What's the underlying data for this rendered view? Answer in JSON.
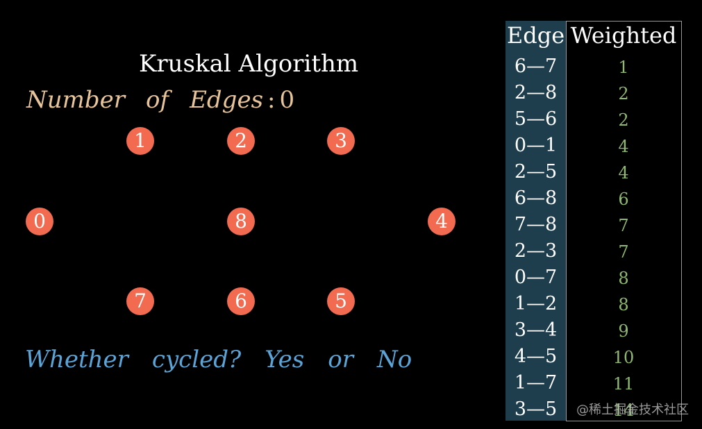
{
  "title": "Kruskal Algorithm",
  "edges_counter": {
    "words": [
      "Number",
      "of",
      "Edges"
    ],
    "colon": ":",
    "value": "0"
  },
  "nodes": [
    "0",
    "1",
    "2",
    "3",
    "4",
    "5",
    "6",
    "7",
    "8"
  ],
  "cycle_prompt": {
    "words": [
      "Whether",
      "cycled?",
      "Yes",
      "or",
      "No"
    ]
  },
  "table": {
    "header_edge": "Edge",
    "header_weight": "Weighted",
    "rows": [
      {
        "edge": "6—7",
        "weight": "1"
      },
      {
        "edge": "2—8",
        "weight": "2"
      },
      {
        "edge": "5—6",
        "weight": "2"
      },
      {
        "edge": "0—1",
        "weight": "4"
      },
      {
        "edge": "2—5",
        "weight": "4"
      },
      {
        "edge": "6—8",
        "weight": "6"
      },
      {
        "edge": "7—8",
        "weight": "7"
      },
      {
        "edge": "2—3",
        "weight": "7"
      },
      {
        "edge": "0—7",
        "weight": "8"
      },
      {
        "edge": "1—2",
        "weight": "8"
      },
      {
        "edge": "3—4",
        "weight": "9"
      },
      {
        "edge": "4—5",
        "weight": "10"
      },
      {
        "edge": "1—7",
        "weight": "11"
      },
      {
        "edge": "3—5",
        "weight": "14"
      }
    ]
  },
  "watermark": "@稀土掘金技术社区"
}
